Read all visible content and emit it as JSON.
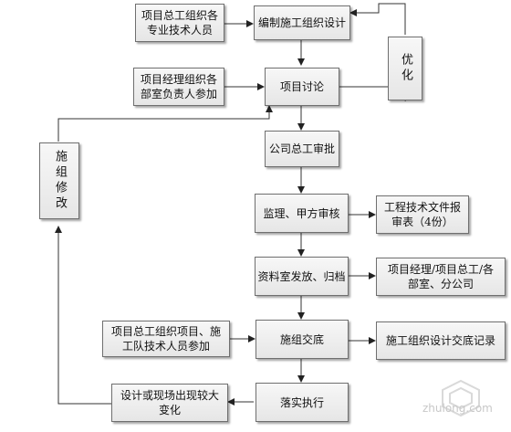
{
  "nodes": {
    "chief_engineer_organize": "项目总工组织各专业技术人员",
    "compile_design": "编制施工组织设计",
    "optimize": "优化",
    "manager_organize": "项目经理组织各部室负责人参加",
    "project_discussion": "项目讨论",
    "company_chief_approval": "公司总工审批",
    "construction_revision": "施组修改",
    "supervisor_owner_review": "监理、甲方审核",
    "document_report_form": "工程技术文件报审表（4份）",
    "archive_release": "资料室发放、归档",
    "distribution_targets": "项目经理/项目总工/各部室、分公司",
    "chief_engineer_team": "项目总工组织项目、施工队技术人员参加",
    "construction_briefing": "施组交底",
    "briefing_record": "施工组织设计交底记录",
    "implementation": "落实执行",
    "major_change": "设计或现场出现较大变化"
  },
  "watermark": "zhulong.com"
}
